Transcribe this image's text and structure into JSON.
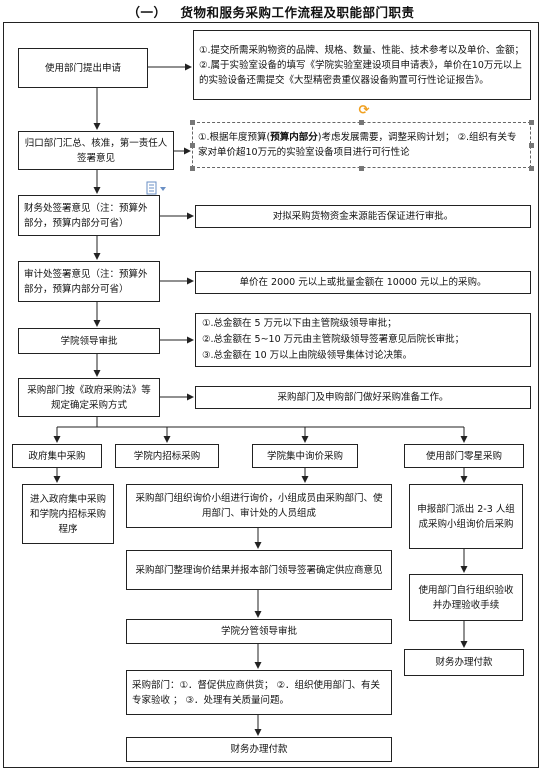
{
  "title": {
    "number": "（一）",
    "text": "货物和服务采购工作流程及职能部门职责"
  },
  "main": {
    "step1": "使用部门提出申请",
    "step1_note": "①.提交所需采购物资的品牌、规格、数量、性能、技术参考以及单价、金额；②.属于实验室设备的填写《学院实验室建设项目申请表》，单价在10万元以上的实验设备还需提交《大型精密贵重仪器设备购置可行性论证报告》。",
    "step2": "归口部门汇总、核准，第一责任人签署意见",
    "step2_note_a": "①.根据年度预算(",
    "step2_note_bold": "预算内部分",
    "step2_note_b": ")考虑发展需要，调整采购计划；  ②.组织有关专家对单价超10万元的实验室设备项目进行可行性论",
    "step3": "财务处签署意见（注：预算外部分，预算内部分可省）",
    "step3_note": "对拟采购货物资金来源能否保证进行审批。",
    "step4": "审计处签署意见（注：预算外部分，预算内部分可省）",
    "step4_note": "单价在 2000 元以上或批量金额在 10000 元以上的采购。",
    "step5": "学院领导审批",
    "step5_notes": [
      "①.总金额在 5 万元以下由主管院级领导审批；",
      "②.总金额在 5~10 万元由主管院级领导签署意见后院长审批；",
      "③.总金额在 10 万以上由院级领导集体讨论决策。"
    ],
    "step6": "采购部门按《政府采购法》等规定确定采购方式",
    "step6_note": "采购部门及申购部门做好采购准备工作。"
  },
  "branches": {
    "gov": {
      "label": "政府集中采购",
      "detail": "进入政府集中采购和学院内招标采购程序"
    },
    "tender": {
      "label": "学院内招标采购"
    },
    "inquiry": {
      "label": "学院集中询价采购",
      "step1": "采购部门组织询价小组进行询价，小组成员由采购部门、使用部门、审计处的人员组成",
      "step2": "采购部门整理询价结果并报本部门领导签署确定供应商意见",
      "step3": "学院分管领导审批",
      "step4": "采购部门：①．督促供应商供货；  ②．组织使用部门、有关专家验收 ；  ③．处理有关质量问题。",
      "step5": "财务办理付款"
    },
    "scattered": {
      "label": "使用部门零星采购",
      "step1": "申报部门派出 2-3 人组成采购小组询价后采购",
      "step2": "使用部门自行组织验收并办理验收手续",
      "step3": "财务办理付款"
    }
  }
}
